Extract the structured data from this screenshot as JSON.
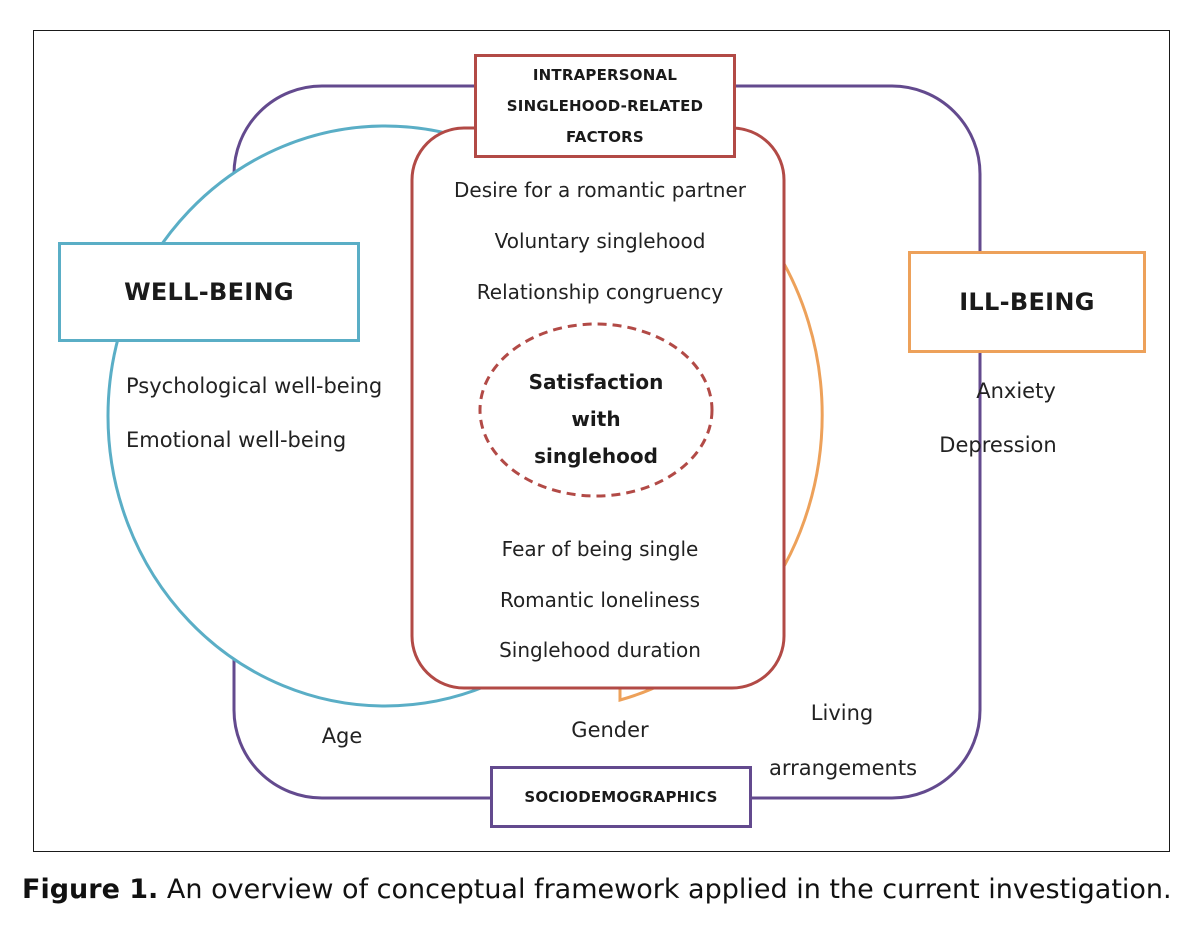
{
  "colors": {
    "wellbeing": "#5aaec6",
    "illbeing": "#eda15a",
    "intrapersonal": "#b24a46",
    "sociodemographics": "#634a8e"
  },
  "wellbeing": {
    "title": "WELL-BEING",
    "items": [
      "Psychological well-being",
      "Emotional well-being"
    ]
  },
  "illbeing": {
    "title": "ILL-BEING",
    "items": [
      "Anxiety",
      "Depression"
    ]
  },
  "intrapersonal": {
    "title_lines": [
      "INTRAPERSONAL",
      "SINGLEHOOD-RELATED",
      "FACTORS"
    ],
    "top_items": [
      "Desire for a romantic partner",
      "Voluntary singlehood",
      "Relationship congruency"
    ],
    "center_lines": [
      "Satisfaction",
      "with",
      "singlehood"
    ],
    "bottom_items": [
      "Fear of being single",
      "Romantic loneliness",
      "Singlehood duration"
    ]
  },
  "sociodemographics": {
    "title": "SOCIODEMOGRAPHICS",
    "items": [
      "Age",
      "Gender"
    ],
    "living_lines": [
      "Living",
      "arrangements"
    ]
  },
  "caption": {
    "label": "Figure 1.",
    "text": "An overview of conceptual framework applied in the current investigation."
  }
}
